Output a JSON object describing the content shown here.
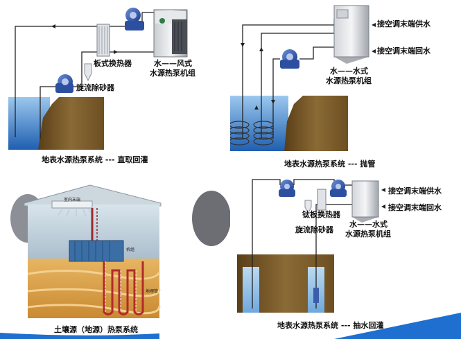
{
  "panels": {
    "top_left": {
      "caption": "地表水源热泵系统 --- 直取回灌",
      "labels": {
        "plate_exchanger": "板式换热器",
        "unit_line1": "水——风式",
        "unit_line2": "水源热泵机组",
        "sand_separator": "旋流除砂器"
      }
    },
    "top_right": {
      "caption": "地表水源热泵系统 --- 抛管",
      "labels": {
        "supply": "接空调末端供水",
        "return": "接空调末端回水",
        "unit_line1": "水——水式",
        "unit_line2": "水源热泵机组"
      }
    },
    "bottom_left": {
      "caption": "土壤源（地源）热泵系统",
      "labels": {
        "indoor": "室内末端",
        "unit": "机组",
        "ground_pipe": "地埋管"
      }
    },
    "bottom_right": {
      "caption": "地表水源热泵系统 --- 抽水回灌",
      "labels": {
        "supply": "接空调末端供水",
        "return": "接空调末端回水",
        "ti_exchanger": "钛板换热器",
        "sand_separator": "旋流除砂器",
        "unit_line1": "水——水式",
        "unit_line2": "水源热泵机组"
      }
    }
  },
  "colors": {
    "water": "#2e7fc4",
    "soil": "#7a5a2a",
    "pipe": "#222222",
    "accent_stripe": "#1e6fd0"
  }
}
